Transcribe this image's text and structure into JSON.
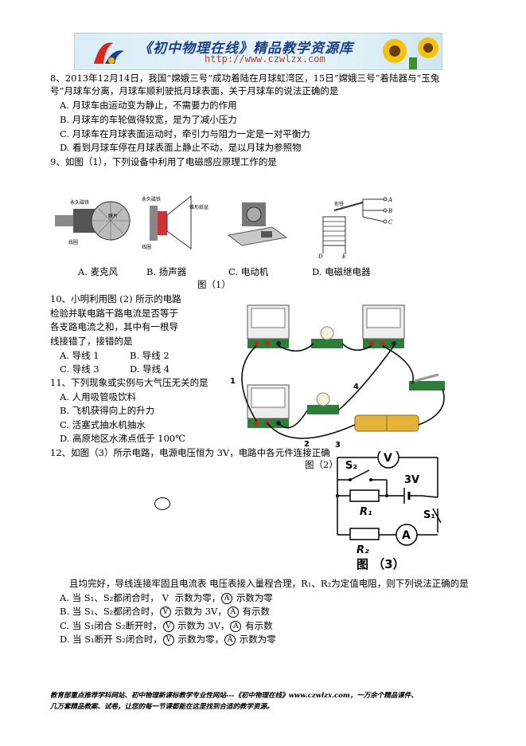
{
  "banner": {
    "title": "《初中物理在线》精品教学资源库",
    "url": "http://www.czwlzx.com"
  },
  "q8": {
    "stem1": "8、2013年12月14日，我国“嫦娥三号”成功着陆在月球虹湾区，15日“嫦娥三号”着陆器与“玉兔",
    "stem2": "号”月球车分离，月球车顺利驶抵月球表面，关于月球车的说法正确的是",
    "A": "A. 月球车由运动变为静止，不需要力的作用",
    "B": "B. 月球车的车轮做得较宽，是为了减小压力",
    "C": "C. 月球车在月球表面运动时，牵引力与阻力一定是一对平衡力",
    "D": "D. 看到月球车停在月球表面上静止不动，是以月球为参照物"
  },
  "q9": {
    "stem": "9、如图（1），下列设备中利用了电磁感应原理工作的是",
    "A": "A. 麦克风",
    "B": "B. 扬声器",
    "C": "C. 电动机",
    "D": "D. 电磁继电器",
    "fig_caption": "图（1）",
    "labels": {
      "magnet": "永久磁铁",
      "coil": "线圈",
      "diaphragm": "膜片",
      "cone": "锥形纸盆",
      "rel_a": "A",
      "rel_b": "B",
      "rel_c": "C",
      "rel_d": "D",
      "rel_e": "E",
      "iron": "衔铁"
    }
  },
  "q10": {
    "l1": "10、小明利用图 (2) 所示的电路",
    "l2": "检验并联电路干路电流是否等于",
    "l3": "各支路电流之和，其中有一根导",
    "l4": "线接错了，接错的是",
    "A": "A. 导线 1",
    "B": "B. 导线 2",
    "C": "C. 导线 3",
    "D": "D. 导线 4",
    "fig_caption": "图（2）",
    "wire1": "1",
    "wire2": "2",
    "wire3": "3",
    "wire4": "4"
  },
  "q11": {
    "stem": "11、下列现象或实例与大气压无关的是",
    "A": "A. 人用吸管吸饮料",
    "B": "B. 飞机获得向上的升力",
    "C": "C. 活塞式抽水机抽水",
    "D": "D. 高原地区水沸点低于 100℃"
  },
  "q12": {
    "stem1": "12、如图（3）所示电路，电源电压恒为 3V，电路中各元件连接正确",
    "stem2": "且均完好，导线连接牢固且电流表 电压表接入量程合理，R₁、R₂为定值电阻，则下列说法正确的是",
    "A_pre": "A. 当 S₁、S₂都闭合时，",
    "A_mid": " 示数为零，",
    "A_post": " 示数为零",
    "B_pre": "B. 当 S₁、S₂都闭合时，",
    "B_mid": " 示数为 3V，",
    "B_post": " 有示数",
    "C_pre": "C. 当 S₁闭合 S₂断开时，",
    "C_mid": " 示数为 3V，",
    "C_post": " 有示数",
    "D_pre": "D. 当 S₁断开 S₂闭合时，",
    "D_mid": " 示数为零，",
    "D_post": " 示数为零",
    "V": "V",
    "A": "A",
    "fig_caption": "图 （3）",
    "labels": {
      "S2": "S₂",
      "S1": "S₁",
      "V3": "3V",
      "R1": "R₁",
      "R2": "R₂",
      "Vm": "V",
      "Am": "A"
    }
  },
  "footer": {
    "l1": "教育部重点推荐学科网站、初中物理新课标教学专业性网站---《初中物理在线》www.czwlzx.com，一万余个精品课件、",
    "l2": "几万套精品教案、试卷，让您的每一节课都能在这里找到合适的教学资源。"
  }
}
